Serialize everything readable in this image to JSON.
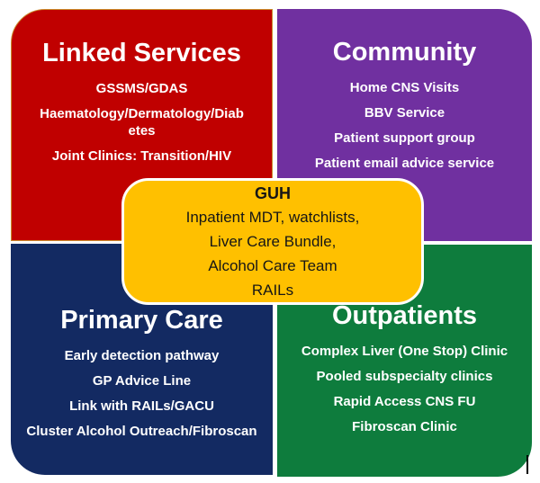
{
  "quadrants": {
    "linked_services": {
      "title": "Linked Services",
      "color": "#c00000",
      "items": [
        "GSSMS/GDAS",
        "Haematology/Dermatology/Diabetes",
        "Joint Clinics: Transition/HIV"
      ]
    },
    "community": {
      "title": "Community",
      "color": "#7030a0",
      "items": [
        "Home CNS Visits",
        "BBV Service",
        "Patient support group",
        "Patient email advice service"
      ]
    },
    "primary_care": {
      "title": "Primary Care",
      "color": "#132a62",
      "items": [
        "Early detection pathway",
        "GP Advice Line",
        "Link with RAILs/GACU",
        "Cluster Alcohol Outreach/Fibroscan"
      ]
    },
    "outpatients": {
      "title": "Outpatients",
      "color": "#0e7c3d",
      "items": [
        "Complex Liver (One Stop) Clinic",
        "Pooled subspecialty clinics",
        "Rapid Access CNS FU",
        "Fibroscan Clinic"
      ]
    }
  },
  "center": {
    "title": "GUH",
    "color": "#ffc000",
    "lines": [
      "Inpatient MDT, watchlists,",
      "Liver Care Bundle,",
      "Alcohol Care Team",
      "RAILs"
    ]
  }
}
